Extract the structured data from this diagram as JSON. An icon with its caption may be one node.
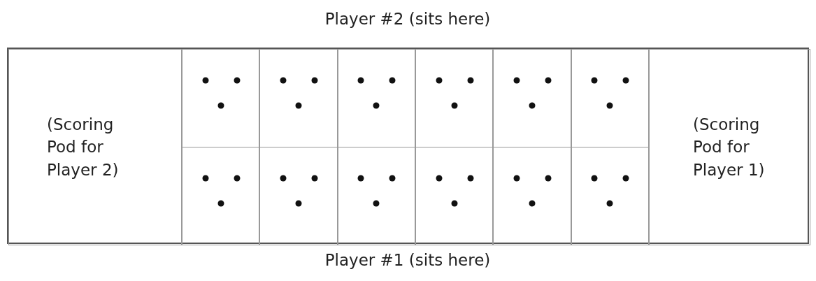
{
  "diagram": {
    "nodes": [
      {
        "text": [],
        "shape": "box"
      },
      {
        "text": [
          "(Scoring Pod for Player 2)"
        ],
        "in": 0
      },
      {
        "text": [],
        "shape": "box",
        "in": 0
      },
      {
        "text": [],
        "shape": "box",
        "in": 0
      },
      {
        "text": [],
        "shape": "box",
        "in": 0
      },
      {
        "text": [],
        "shape": "box",
        "in": 0
      },
      {
        "text": [],
        "shape": "box",
        "in": 0
      },
      {
        "text": [],
        "shape": "box",
        "in": 0
      },
      {
        "text": [],
        "shape": "box",
        "in": 0
      },
      {
        "text": [],
        "shape": "box",
        "in": 0
      },
      {
        "text": [],
        "shape": "box",
        "in": 0
      },
      {
        "text": [],
        "shape": "box",
        "in": 0
      },
      {
        "text": [],
        "shape": "box",
        "in": 0
      },
      {
        "text": [],
        "shape": "box",
        "in": 0
      },
      {
        "text": [
          "(Scoring Pod for Player 1)"
        ],
        "in": 0
      }
    ],
    "labels": [
      "Player #2 (sits here)",
      "Player #1 (sits here)"
    ]
  }
}
